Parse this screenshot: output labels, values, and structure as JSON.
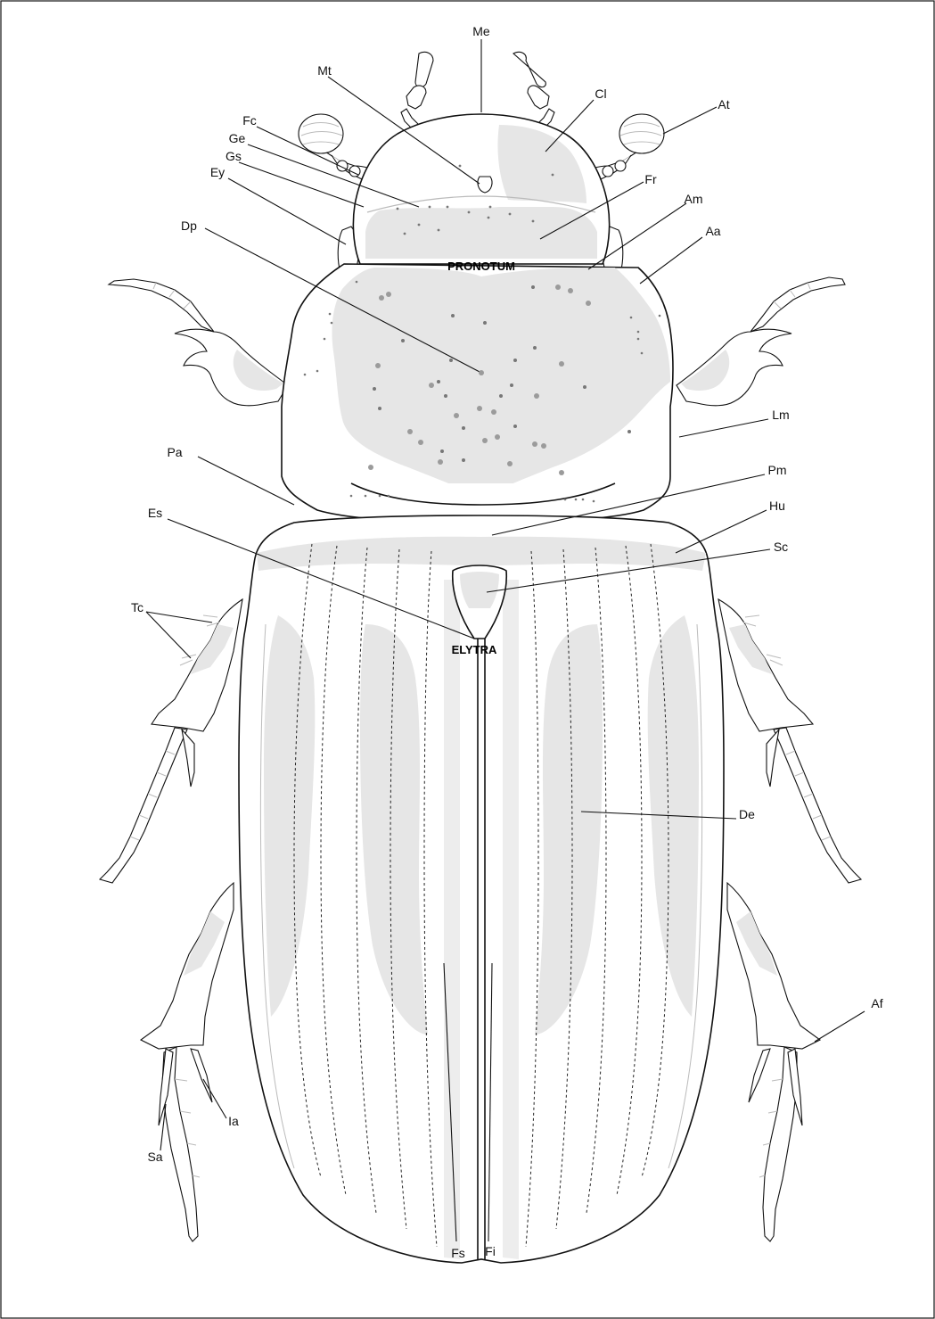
{
  "figure": {
    "region_labels": {
      "pronotum": "PRONOTUM",
      "elytra": "ELYTRA"
    },
    "callouts": {
      "me": "Me",
      "mt": "Mt",
      "cl": "Cl",
      "at": "At",
      "fc": "Fc",
      "ge": "Ge",
      "gs": "Gs",
      "ey": "Ey",
      "fr": "Fr",
      "am": "Am",
      "dp": "Dp",
      "aa": "Aa",
      "lm": "Lm",
      "pa": "Pa",
      "pm": "Pm",
      "es": "Es",
      "hu": "Hu",
      "sc": "Sc",
      "tc": "Tc",
      "de": "De",
      "af": "Af",
      "ia": "Ia",
      "sa": "Sa",
      "fs": "Fs",
      "fi": "Fi"
    }
  }
}
